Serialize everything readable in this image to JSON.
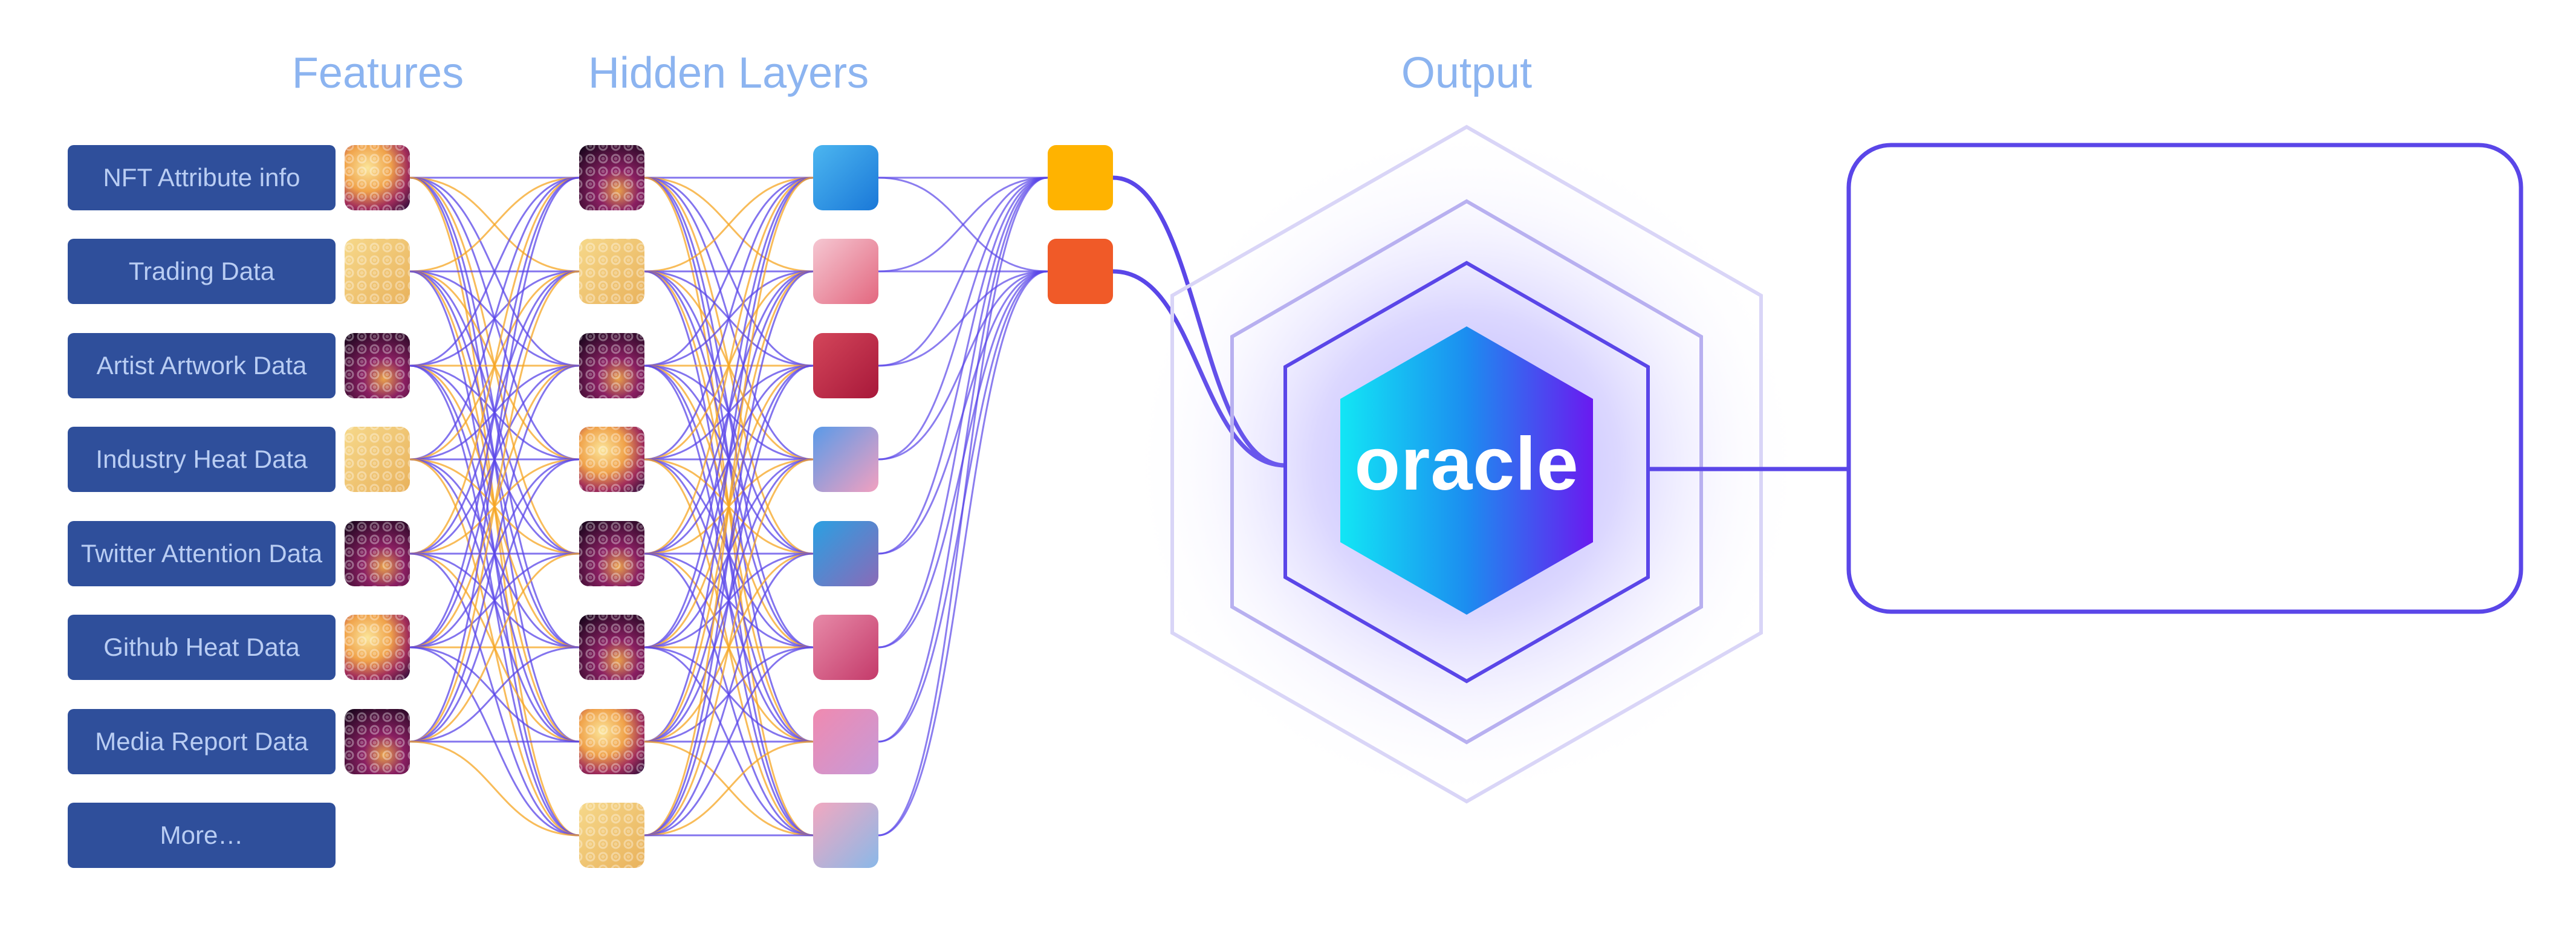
{
  "headers": {
    "features": "Features",
    "hidden_layers": "Hidden Layers",
    "output": "Output"
  },
  "features": [
    "NFT Attribute info",
    "Trading Data",
    "Artist Artwork Data",
    "Industry Heat Data",
    "Twitter Attention Data",
    "Github Heat Data",
    "Media Report Data",
    "More…"
  ],
  "center": {
    "label": "oracle"
  },
  "colors": {
    "feature_box": "#2f4f9b",
    "feature_text": "#b9cdf3",
    "header": "#8cb4f0",
    "blue_link": "#5a46e8",
    "orange_link": "#f5a623",
    "output_yellow": "#ffb300",
    "output_orange": "#f05a28",
    "hex_cyan": "#12e6f5",
    "hex_violet": "#6a1af0"
  }
}
